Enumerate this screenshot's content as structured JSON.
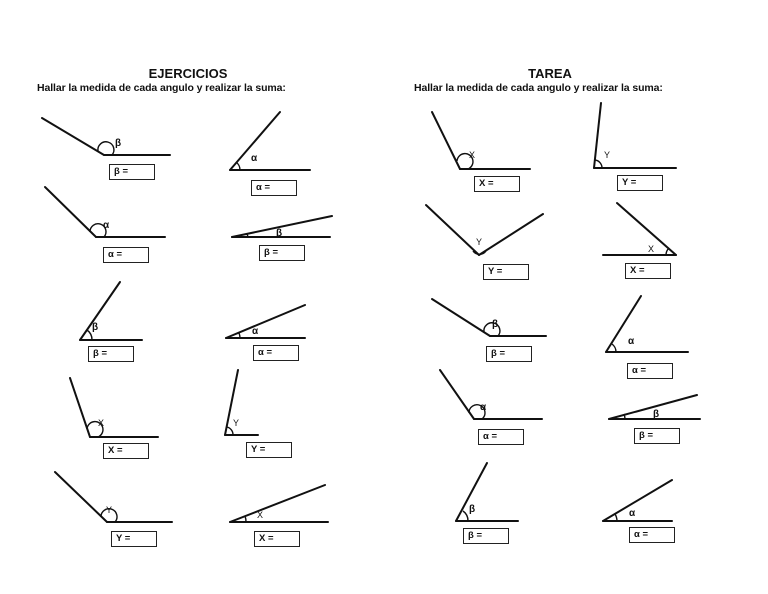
{
  "left": {
    "title": "EJERCICIOS",
    "subtitle": "Hallar la medida de cada angulo y realizar la suma:",
    "exercises": [
      {
        "symbol": "β",
        "box": "β ="
      },
      {
        "symbol": "α",
        "box": "α ="
      },
      {
        "symbol": "α",
        "box": "α ="
      },
      {
        "symbol": "β",
        "box": "β ="
      },
      {
        "symbol": "β",
        "box": "β ="
      },
      {
        "symbol": "α",
        "box": "α ="
      },
      {
        "symbol": "X",
        "box": "X ="
      },
      {
        "symbol": "Y",
        "box": "Y ="
      },
      {
        "symbol": "Y",
        "box": "Y ="
      },
      {
        "symbol": "X",
        "box": "X ="
      }
    ]
  },
  "right": {
    "title": "TAREA",
    "subtitle": "Hallar la medida de cada angulo y realizar la suma:",
    "exercises": [
      {
        "symbol": "X",
        "box": "X ="
      },
      {
        "symbol": "Y",
        "box": "Y ="
      },
      {
        "symbol": "Y",
        "box": "Y ="
      },
      {
        "symbol": "X",
        "box": "X ="
      },
      {
        "symbol": "β",
        "box": "β ="
      },
      {
        "symbol": "α",
        "box": "α ="
      },
      {
        "symbol": "α",
        "box": "α ="
      },
      {
        "symbol": "β",
        "box": "β ="
      },
      {
        "symbol": "β",
        "box": "β ="
      },
      {
        "symbol": "α",
        "box": "α ="
      }
    ]
  }
}
